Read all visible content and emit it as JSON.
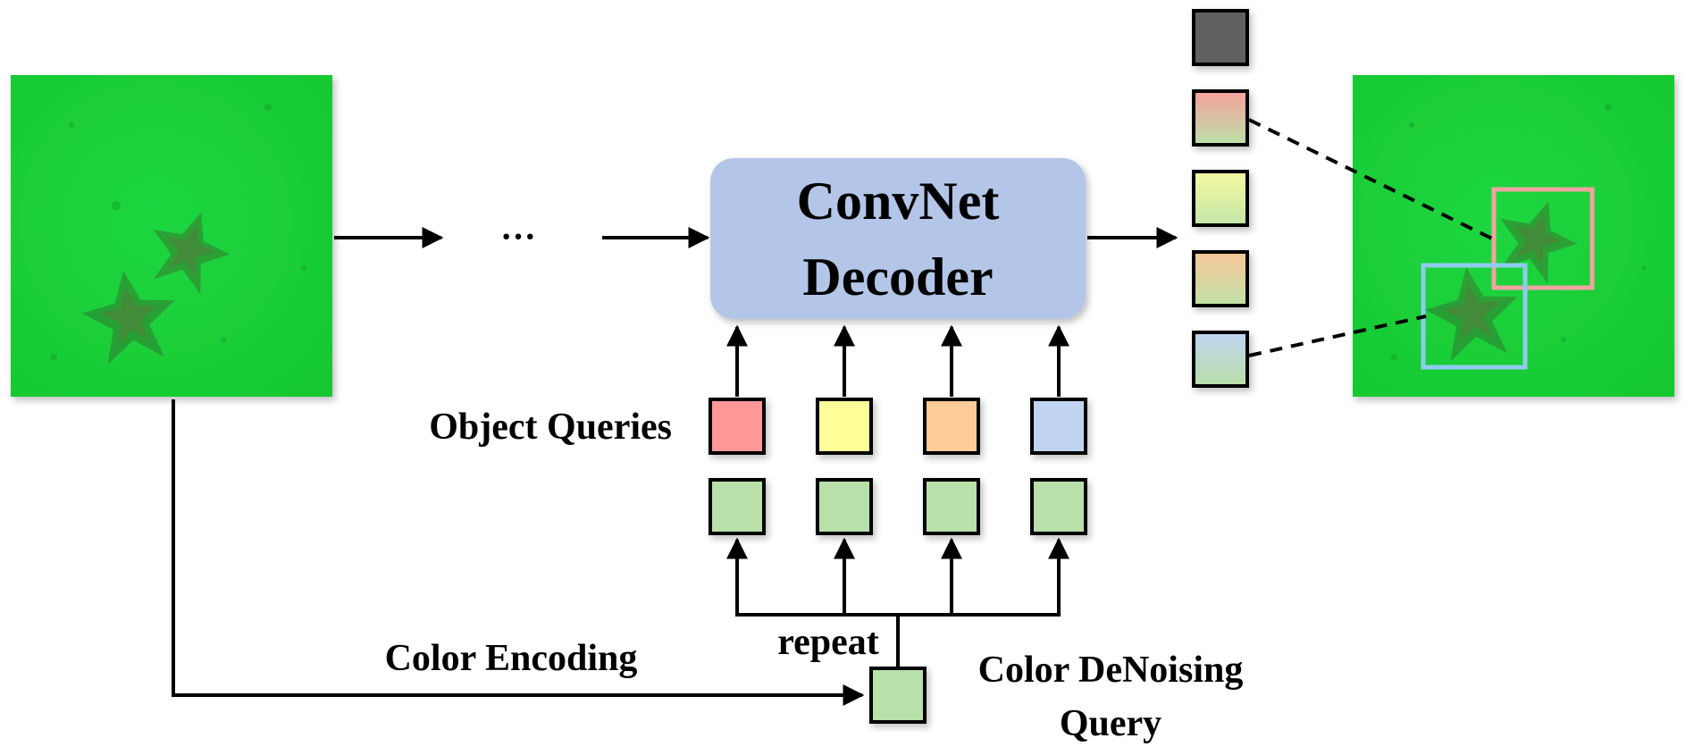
{
  "decoder": {
    "line1": "ConvNet",
    "line2": "Decoder"
  },
  "ellipsis": "···",
  "labels": {
    "object_queries": "Object Queries",
    "repeat": "repeat",
    "color_encoding": "Color Encoding",
    "denoising_line1": "Color DeNoising",
    "denoising_line2": "Query"
  },
  "colors": {
    "decoder_fill": "#b4c6e7",
    "query_red": "#ff9999",
    "query_yellow": "#ffff99",
    "query_orange": "#ffcc99",
    "query_blue": "#c0d4f2",
    "denoise_green": "#b9e0a8",
    "output_dark": "#606060",
    "box_pink": "#f3a3a0",
    "box_blue": "#8fcbef",
    "underwater_green": "#19d63a"
  },
  "icons": {
    "input_image": "starfish-underwater-photo",
    "output_image": "starfish-detection-photo"
  }
}
